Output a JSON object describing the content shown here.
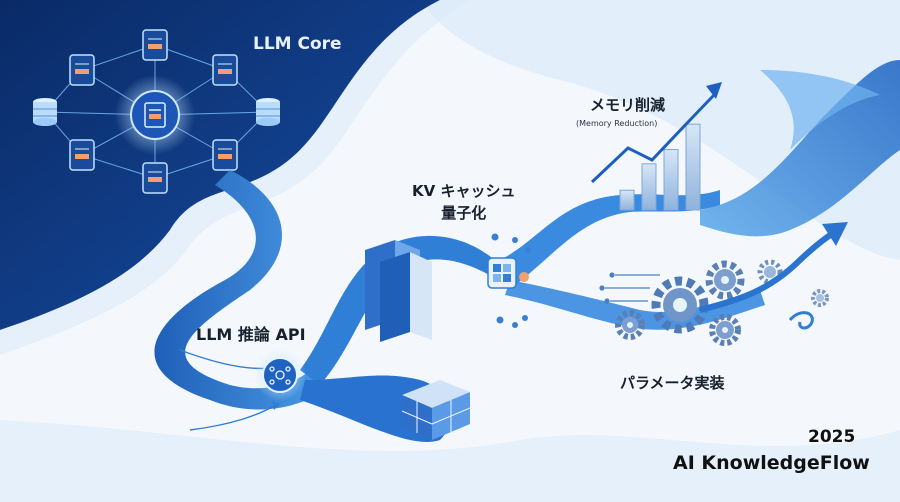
{
  "labels": {
    "llm_core": "LLM Core",
    "inference_api": "LLM 推論 API",
    "kv_cache_line1": "KV キャッシュ",
    "kv_cache_line2": "量子化",
    "memory_reduction": "メモリ削減",
    "memory_reduction_en": "(Memory Reduction)",
    "parameter_impl": "パラメータ実装"
  },
  "footer": {
    "year": "2025",
    "brand": "AI KnowledgeFlow"
  },
  "memory_chart": {
    "relative_bar_levels": [
      0.18,
      0.42,
      0.55,
      0.78
    ]
  },
  "colors": {
    "dark_navy": "#0d2d68",
    "flow_blue": "#2f7fd6",
    "accent_orange": "#f0a070",
    "light_bg": "#f4f8fd"
  }
}
